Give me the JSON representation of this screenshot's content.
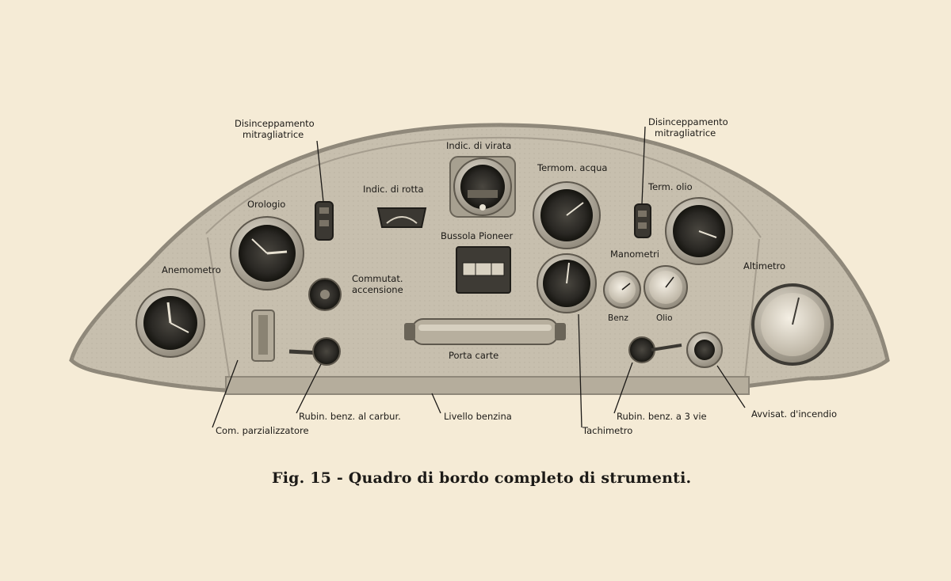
{
  "caption": "Fig. 15 - Quadro di bordo completo di strumenti.",
  "labels": {
    "disinc_left_1": "Disinceppamento",
    "disinc_left_2": "mitragliatrice",
    "disinc_right_1": "Disinceppamento",
    "disinc_right_2": "mitragliatrice",
    "indic_virata": "Indic. di virata",
    "indic_rotta": "Indic. di rotta",
    "orologio": "Orologio",
    "termom_acqua": "Termom. acqua",
    "term_olio": "Term. olio",
    "bussola": "Bussola Pioneer",
    "manometri": "Manometri",
    "altimetro": "Altimetro",
    "anemometro": "Anemometro",
    "commut_1": "Commutat.",
    "commut_2": "accensione",
    "benz": "Benz",
    "olio": "Olio",
    "porta_carte": "Porta carte",
    "com_parzializzatore": "Com. parzializzatore",
    "rubin_carbur": "Rubin. benz. al carbur.",
    "livello_benzina": "Livello benzina",
    "tachimetro": "Tachimetro",
    "rubin_3vie": "Rubin. benz. a 3 vie",
    "avvisat_incendio": "Avvisat. d'incendio"
  },
  "colors": {
    "paper": "#f5ebd6",
    "panel": "#c7bfae",
    "panel_edge": "#8f887a",
    "ink": "#1c1a17"
  }
}
